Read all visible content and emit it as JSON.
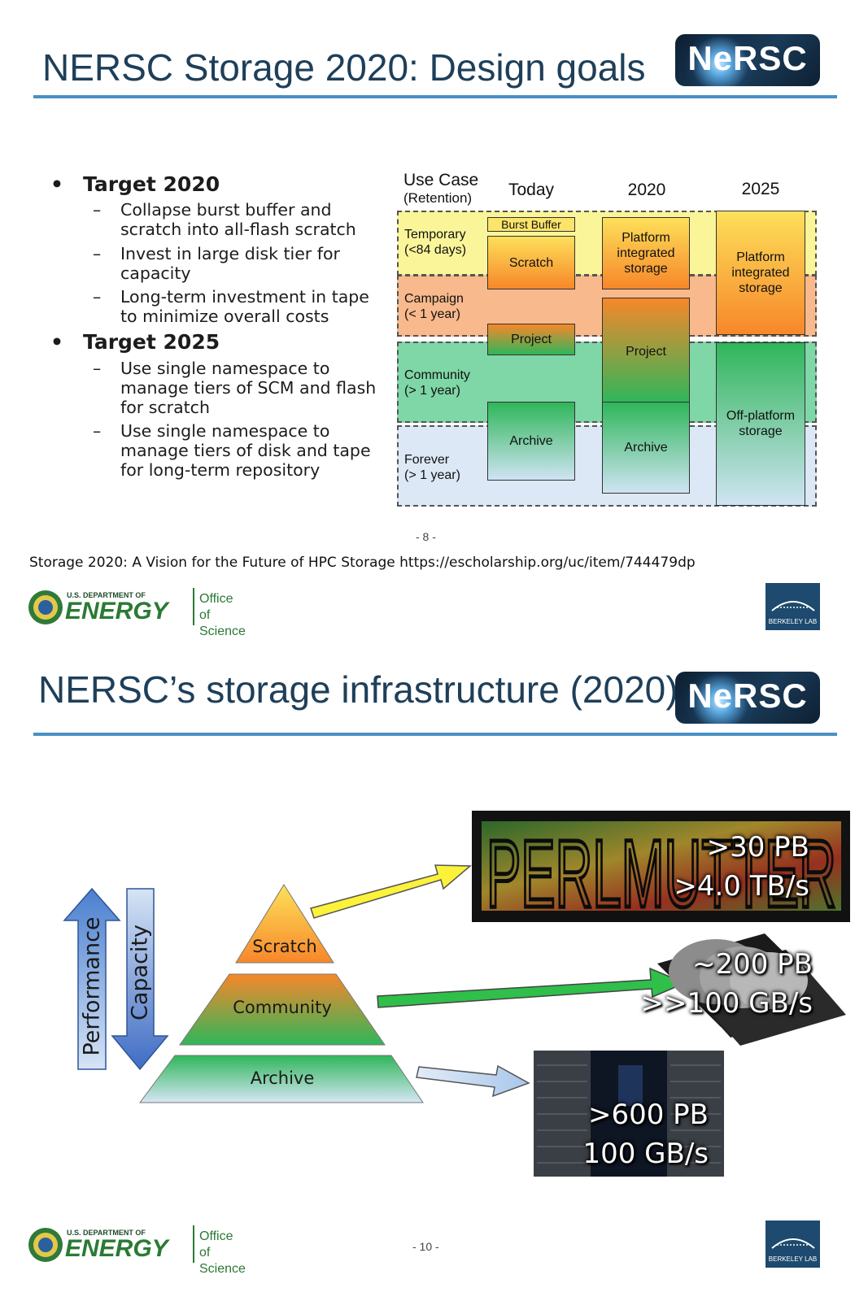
{
  "slide1": {
    "title": "NERSC Storage 2020: Design goals",
    "logo_text": "NeRSC",
    "targets": [
      {
        "heading": "Target 2020",
        "items": [
          [
            "Collapse burst buffer and",
            "scratch into all-flash scratch"
          ],
          [
            "Invest in large disk tier for",
            "capacity"
          ],
          [
            "Long-term investment in tape",
            "to minimize overall costs"
          ]
        ]
      },
      {
        "heading": "Target 2025",
        "items": [
          [
            "Use single namespace to",
            "manage tiers of SCM and flash",
            "for scratch"
          ],
          [
            "Use single namespace to",
            "manage tiers of disk and tape",
            "for long-term repository"
          ]
        ]
      }
    ],
    "diagram": {
      "header_usecase": "Use Case",
      "header_retention": "(Retention)",
      "columns": [
        "Today",
        "2020",
        "2025"
      ],
      "rows": [
        {
          "name": "Temporary",
          "retention": "(<84 days)",
          "color": "#fbf59a"
        },
        {
          "name": "Campaign",
          "retention": "(< 1 year)",
          "color": "#f8b98c"
        },
        {
          "name": "Community",
          "retention": "(> 1 year)",
          "color": "#7fd6a6"
        },
        {
          "name": "Forever",
          "retention": "(> 1 year)",
          "color": "#dce8f6"
        }
      ],
      "boxes": {
        "burst_buffer": "Burst Buffer",
        "scratch": "Scratch",
        "project_today": "Project",
        "archive_today": "Archive",
        "platform_2020": [
          "Platform",
          "integrated",
          "storage"
        ],
        "project_2020": "Project",
        "archive_2020": "Archive",
        "platform_2025": [
          "Platform",
          "integrated",
          "storage"
        ],
        "offplatform_2025": [
          "Off-platform",
          "storage"
        ]
      }
    },
    "page_number": "- 8 -",
    "citation": "Storage 2020: A Vision for the Future of HPC Storage https://escholarship.org/uc/item/744479dp"
  },
  "doe_logo": {
    "top": "U.S. DEPARTMENT OF",
    "main": "ENERGY",
    "office": [
      "Office of",
      "Science"
    ]
  },
  "berkeley_logo": "BERKELEY LAB",
  "slide2": {
    "title": "NERSC’s storage infrastructure (2020)",
    "logo_text": "NeRSC",
    "arrows": {
      "performance": "Performance",
      "capacity": "Capacity"
    },
    "tiers": [
      "Scratch",
      "Community",
      "Archive"
    ],
    "perlmutter_text": "PERLMUTTER",
    "stats": [
      {
        "capacity": ">30 PB",
        "bandwidth": ">4.0 TB/s"
      },
      {
        "capacity": "~200 PB",
        "bandwidth": ">>100 GB/s"
      },
      {
        "capacity": ">600 PB",
        "bandwidth": "100 GB/s"
      }
    ],
    "page_number": "- 10 -"
  }
}
